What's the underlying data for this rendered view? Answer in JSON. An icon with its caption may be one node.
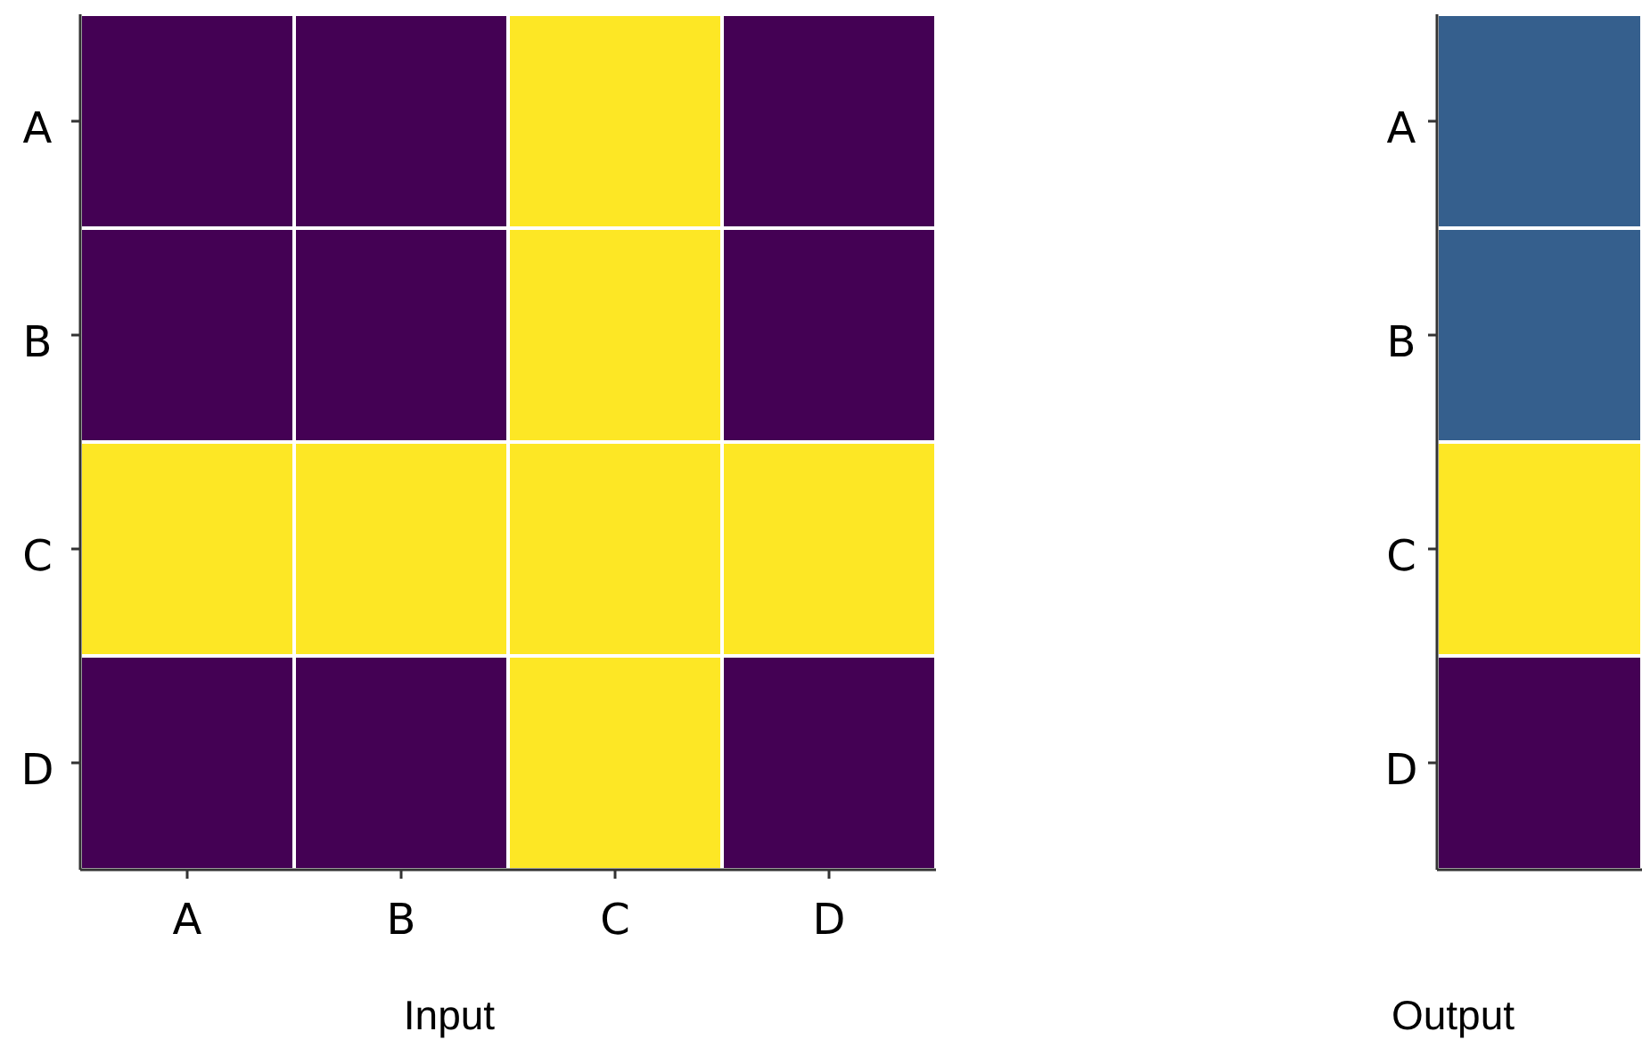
{
  "diagram": {
    "labels": [
      "A",
      "B",
      "C",
      "D",
      "A",
      "B",
      "C",
      "D",
      "Input",
      "A",
      "B",
      "C",
      "D",
      "Output"
    ]
  }
}
